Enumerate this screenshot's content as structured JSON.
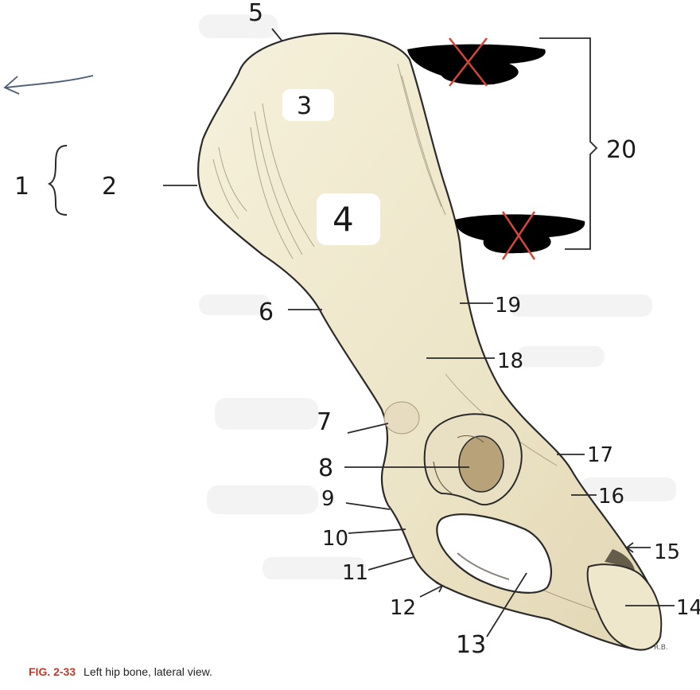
{
  "figure": {
    "caption_label": "FIG. 2-33",
    "caption_text": "Left hip bone, lateral view.",
    "signature": "R.B."
  },
  "labels": {
    "l1": "1",
    "l2": "2",
    "l3": "3",
    "l4": "4",
    "l5": "5",
    "l6": "6",
    "l7": "7",
    "l8": "8",
    "l9": "9",
    "l10": "10",
    "l11": "11",
    "l12": "12",
    "l13": "13",
    "l14": "14",
    "l15": "15",
    "l16": "16",
    "l17": "17",
    "l18": "18",
    "l19": "19",
    "l20": "20"
  },
  "colors": {
    "bone_fill": "#f1ebd2",
    "bone_shadow": "#d8ceb0",
    "outline": "#2a2a2a",
    "redaction": "#000000",
    "cross_mark": "#d6453a",
    "acetabulum_fossa": "#b7a27a"
  }
}
